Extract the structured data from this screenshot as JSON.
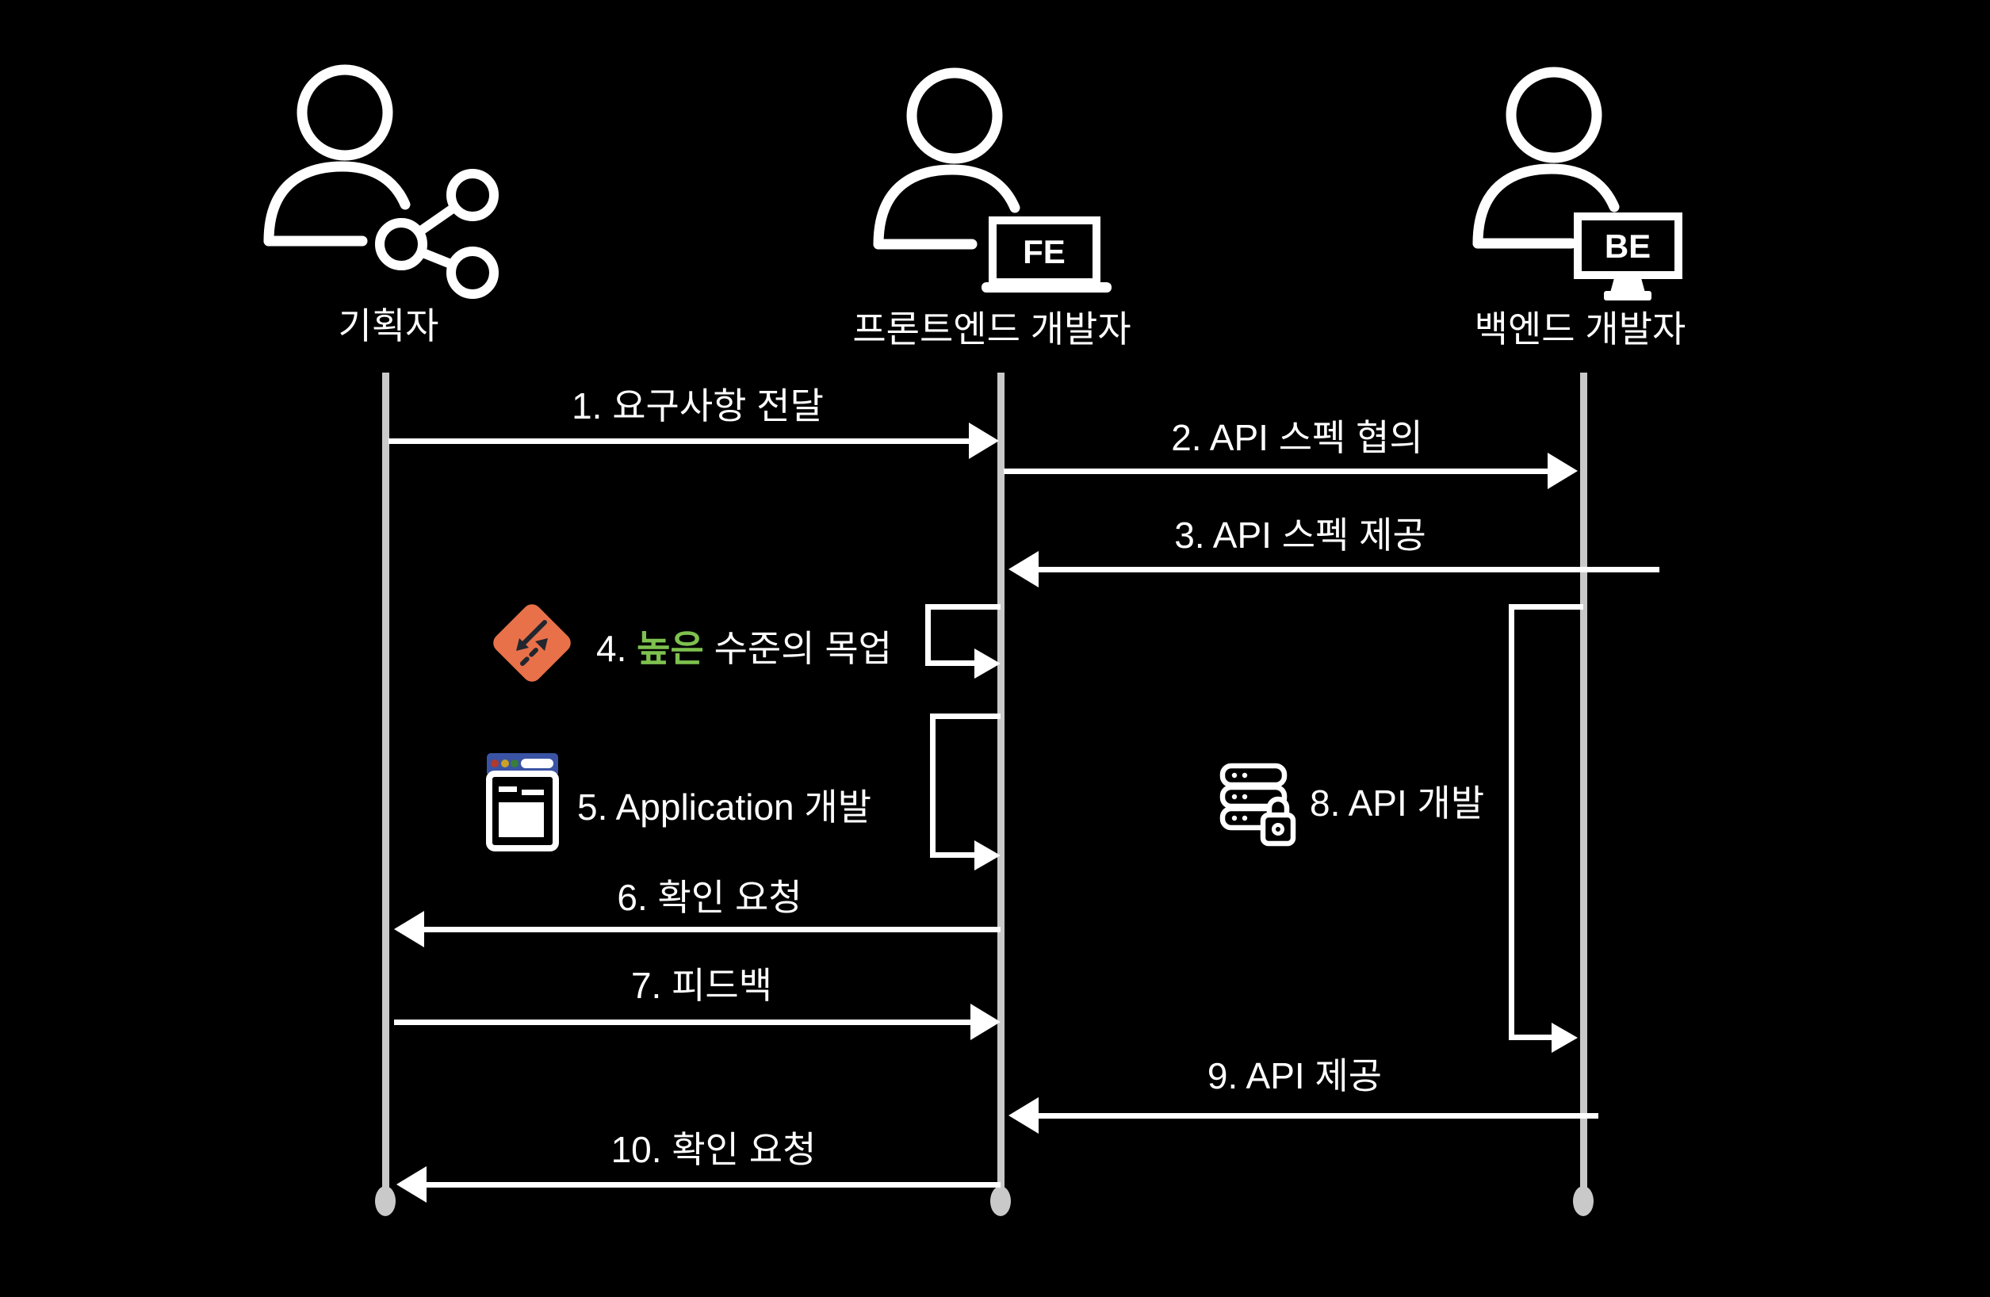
{
  "diagram": {
    "type": "sequence-diagram",
    "background": "#000000",
    "line_color": "#ffffff",
    "lifeline_color": "#c9c9c9"
  },
  "colors": {
    "highlight_green": "#7ec14f",
    "diamond_orange": "#e8714a",
    "browser_bar_blue": "#3a53a4",
    "browser_dot_red": "#b03a2e",
    "browser_dot_yellow": "#c9a227",
    "browser_dot_green": "#3a7d3a"
  },
  "actors": [
    {
      "id": "planner",
      "label": "기획자",
      "icon": "person-share-icon"
    },
    {
      "id": "frontend-developer",
      "label": "프론트엔드 개발자",
      "icon": "person-laptop-icon",
      "device_label": "FE"
    },
    {
      "id": "backend-developer",
      "label": "백엔드 개발자",
      "icon": "person-monitor-icon",
      "device_label": "BE"
    }
  ],
  "messages": [
    {
      "order": "1",
      "label": "1. 요구사항 전달",
      "from": "기획자",
      "to": "프론트엔드 개발자",
      "direction": "right"
    },
    {
      "order": "2",
      "label": "2. API 스펙 협의",
      "from": "프론트엔드 개발자",
      "to": "백엔드 개발자",
      "direction": "right"
    },
    {
      "order": "3",
      "label": "3. API 스펙 제공",
      "from": "백엔드 개발자",
      "to": "프론트엔드 개발자",
      "direction": "left"
    },
    {
      "order": "4",
      "label_prefix": "4. ",
      "label_highlight": "높은",
      "label_suffix": " 수준의 목업",
      "self_actor": "프론트엔드 개발자",
      "kind": "self-loop",
      "icon": "mockup-diamond-icon"
    },
    {
      "order": "5",
      "label": "5. Application 개발",
      "self_actor": "프론트엔드 개발자",
      "kind": "self-loop",
      "icon": "browser-window-icon"
    },
    {
      "order": "6",
      "label": "6. 확인 요청",
      "from": "프론트엔드 개발자",
      "to": "기획자",
      "direction": "left"
    },
    {
      "order": "7",
      "label": "7. 피드백",
      "from": "기획자",
      "to": "프론트엔드 개발자",
      "direction": "right"
    },
    {
      "order": "8",
      "label": "8. API 개발",
      "self_actor": "백엔드 개발자",
      "kind": "self-loop",
      "icon": "api-server-lock-icon"
    },
    {
      "order": "9",
      "label": "9. API 제공",
      "from": "백엔드 개발자",
      "to": "프론트엔드 개발자",
      "direction": "left"
    },
    {
      "order": "10",
      "label": "10. 확인 요청",
      "from": "프론트엔드 개발자",
      "to": "기획자",
      "direction": "left"
    }
  ]
}
